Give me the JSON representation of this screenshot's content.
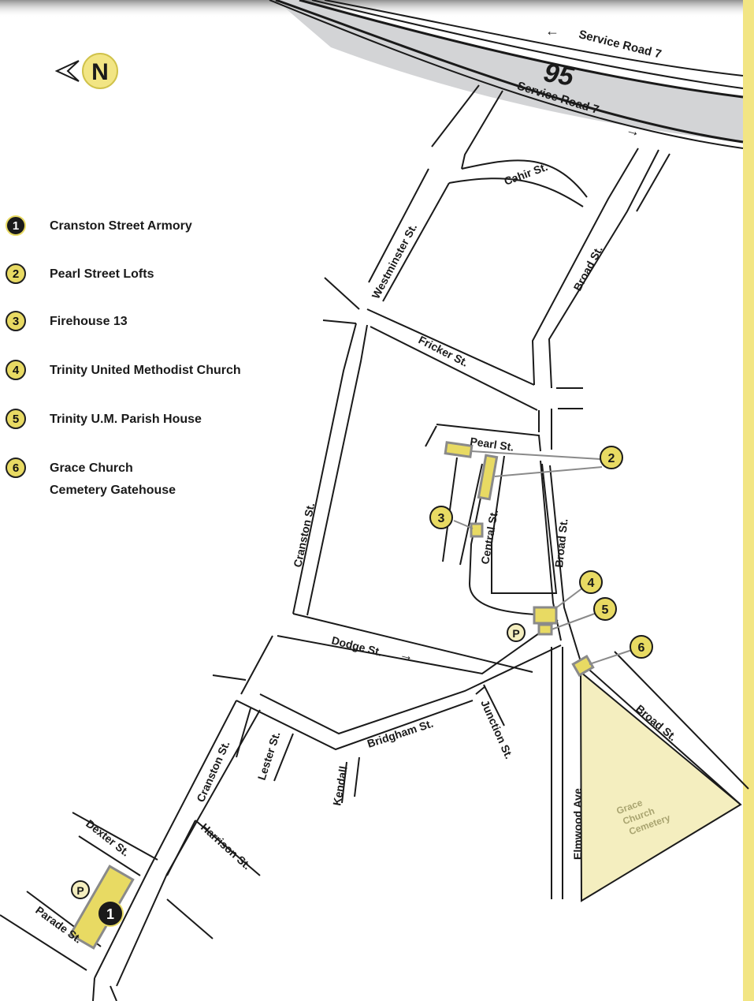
{
  "compass": {
    "letter": "N",
    "arrow_icon": "arrow-left-icon"
  },
  "legend": [
    {
      "num": "1",
      "label": "Cranston Street Armory"
    },
    {
      "num": "2",
      "label": "Pearl Street Lofts"
    },
    {
      "num": "3",
      "label": "Firehouse 13"
    },
    {
      "num": "4",
      "label": "Trinity United Methodist Church"
    },
    {
      "num": "5",
      "label": "Trinity U.M. Parish House"
    },
    {
      "num": "6",
      "label": "Grace Church",
      "label2": "Cemetery Gatehouse"
    }
  ],
  "highway": {
    "number": "95",
    "service_north": "Service Road 7",
    "service_south": "Service Road 7"
  },
  "streets": {
    "westminster": "Westminster St.",
    "cahir": "Cahir St.",
    "broad_north": "Broad St.",
    "fricker": "Fricker St.",
    "pearl": "Pearl St.",
    "cranston_north": "Cranston St.",
    "central": "Central St.",
    "broad_mid": "Broad St.",
    "dodge": "Dodge St.",
    "bridgham": "Bridgham St.",
    "junction": "Junction St.",
    "lester": "Lester St.",
    "kendall": "Kendall",
    "cranston_south": "Cranston St.",
    "harrison": "Harrison St.",
    "dexter": "Dexter St.",
    "parade": "Parade St.",
    "elmwood": "Elmwood Ave",
    "broad_south": "Broad St."
  },
  "cemetery": {
    "line1": "Grace",
    "line2": "Church",
    "line3": "Cemetery"
  },
  "markers": [
    "1",
    "2",
    "3",
    "4",
    "5",
    "6"
  ],
  "parking": "P",
  "colors": {
    "highlight": "#e8da63",
    "cemetery": "#f4eebf",
    "highway": "#d3d4d6",
    "road": "#1a1a1a",
    "sidebar": "#f2e584"
  }
}
